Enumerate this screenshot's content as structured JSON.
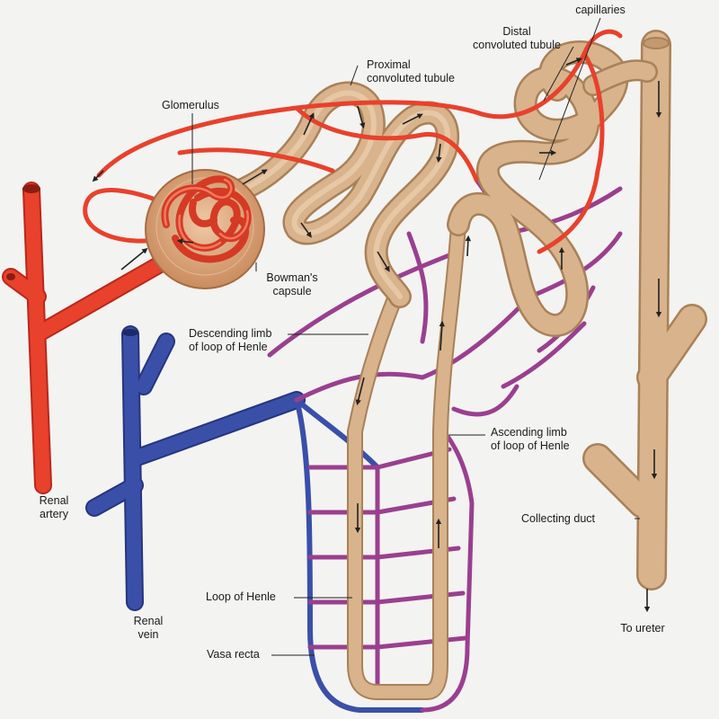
{
  "labels": {
    "peritubular_capillaries": "capillaries",
    "distal_line1": "Distal",
    "distal_line2": "convoluted tubule",
    "proximal_line1": "Proximal",
    "proximal_line2": "convoluted tubule",
    "glomerulus": "Glomerulus",
    "bowman_line1": "Bowman's",
    "bowman_line2": "capsule",
    "descending_line1": "Descending limb",
    "descending_line2": "of loop of Henle",
    "ascending_line1": "Ascending limb",
    "ascending_line2": "of loop of Henle",
    "renal_artery_line1": "Renal",
    "renal_artery_line2": "artery",
    "renal_vein_line1": "Renal",
    "renal_vein_line2": "vein",
    "collecting_duct": "Collecting duct",
    "loop_of_henle": "Loop of Henle",
    "vasa_recta": "Vasa recta",
    "to_ureter": "To ureter"
  },
  "colors": {
    "background": "#f3f3f1",
    "artery": "#e8412c",
    "vein": "#3a4fa8",
    "capillary": "#9a3f8f",
    "tubule": "#d8b38c",
    "tubule_outline": "#a98158",
    "label_text": "#1a1a1a"
  }
}
